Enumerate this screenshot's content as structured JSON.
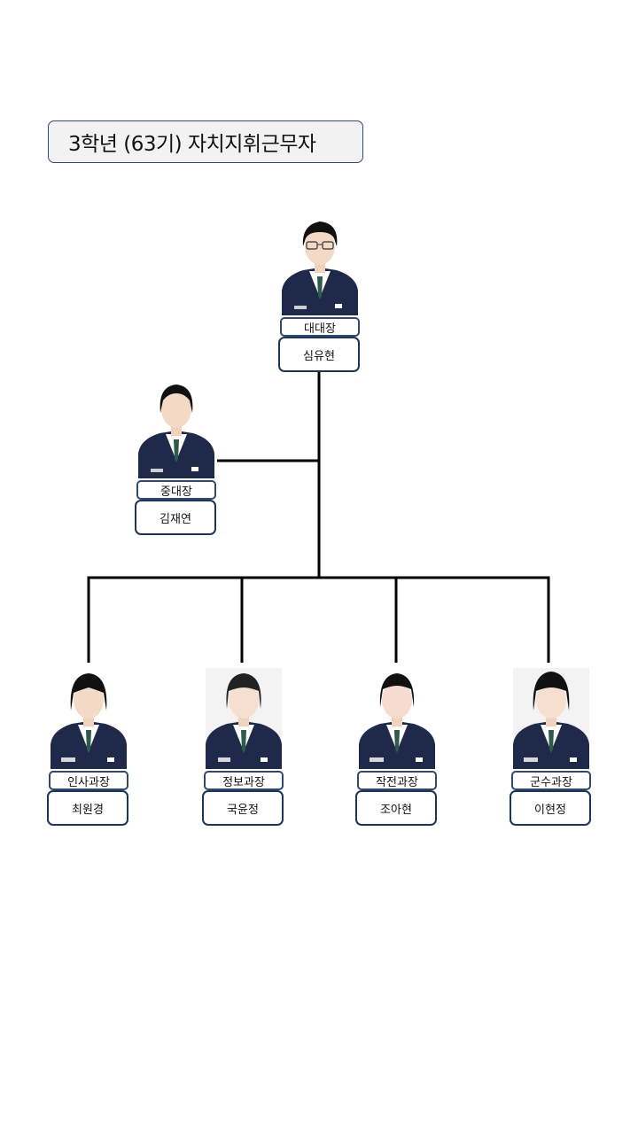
{
  "title": "3학년 (63기) 자치지휘근무자",
  "members": [
    {
      "id": "commander",
      "rank": "대대장",
      "name": "심유현"
    },
    {
      "id": "company",
      "rank": "중대장",
      "name": "김재연"
    },
    {
      "id": "personnel",
      "rank": "인사과장",
      "name": "최원경"
    },
    {
      "id": "intelligence",
      "rank": "정보과장",
      "name": "국윤정"
    },
    {
      "id": "operations",
      "rank": "작전과장",
      "name": "조아현"
    },
    {
      "id": "logistics",
      "rank": "군수과장",
      "name": "이현정"
    }
  ],
  "colors": {
    "border": "#2f4a6e",
    "uniform": "#1f2a4a",
    "tie": "#2d5a4a",
    "line": "#000000"
  }
}
